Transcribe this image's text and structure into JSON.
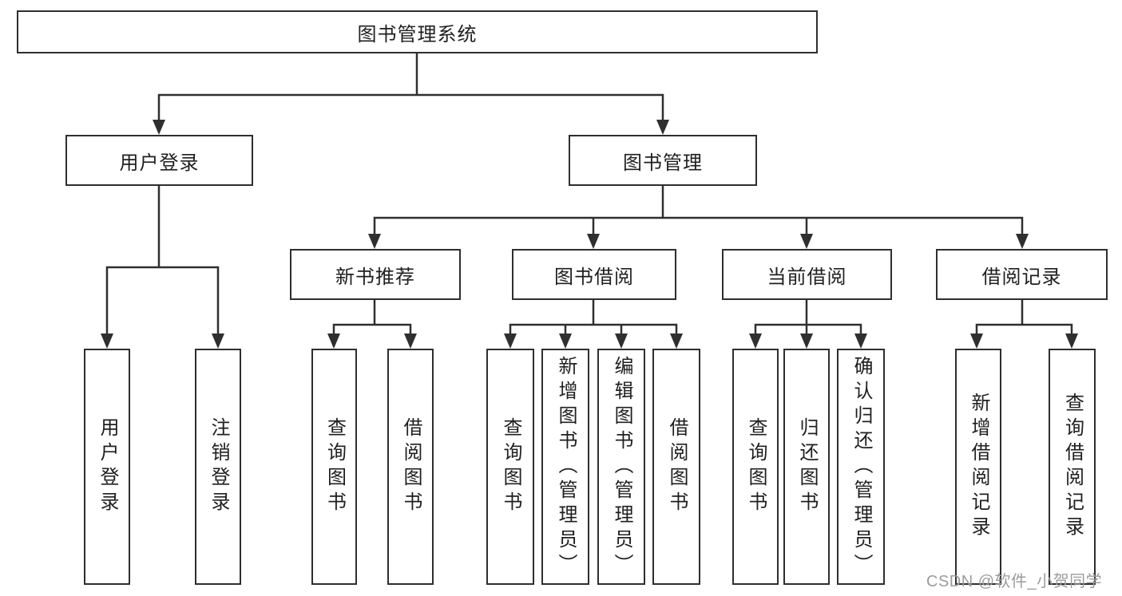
{
  "diagram": {
    "root": {
      "label": "图书管理系统"
    },
    "level1": {
      "user_login": {
        "label": "用户登录"
      },
      "book_mgmt": {
        "label": "图书管理"
      }
    },
    "level2": {
      "new_book": {
        "label": "新书推荐"
      },
      "book_borrow": {
        "label": "图书借阅"
      },
      "current_borrow": {
        "label": "当前借阅"
      },
      "borrow_record": {
        "label": "借阅记录"
      }
    },
    "leaves": {
      "user_login": [
        {
          "label": "用户登录"
        },
        {
          "label": "注销登录"
        }
      ],
      "new_book": [
        {
          "label": "查询图书"
        },
        {
          "label": "借阅图书"
        }
      ],
      "book_borrow": [
        {
          "label": "查询图书"
        },
        {
          "label": "新增图书（管理员）"
        },
        {
          "label": "编辑图书（管理员）"
        },
        {
          "label": "借阅图书"
        }
      ],
      "current_borrow": [
        {
          "label": "查询图书"
        },
        {
          "label": "归还图书"
        },
        {
          "label": "确认归还（管理员）"
        }
      ],
      "borrow_record": [
        {
          "label": "新增借阅记录"
        },
        {
          "label": "查询借阅记录"
        }
      ]
    },
    "watermark": "CSDN @软件_小贺同学",
    "colors": {
      "line": "#2f2f2f",
      "box_border": "#2e2e2e",
      "text": "#1f1f1f",
      "background": "#ffffff",
      "watermark": "#9c9c9c"
    }
  }
}
